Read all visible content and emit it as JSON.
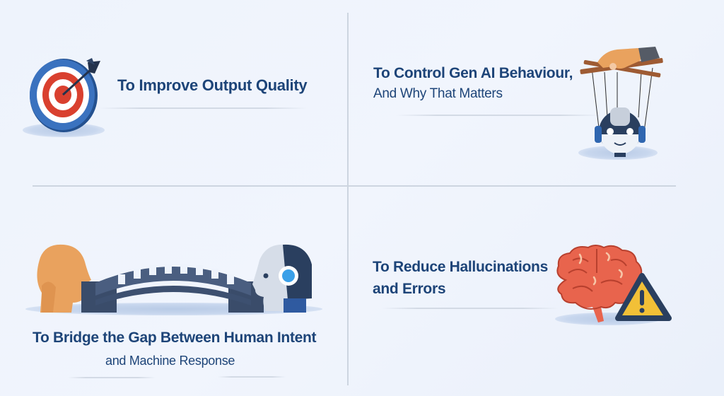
{
  "quadrants": [
    {
      "id": "top-left",
      "title_lines": [
        "To Improve Output Quality"
      ],
      "icon": "target-with-arrow-icon"
    },
    {
      "id": "top-right",
      "title_lines": [
        "To Control Gen AI Behaviour,",
        "And Why That Matters"
      ],
      "icon": "puppet-robot-icon"
    },
    {
      "id": "bottom-left",
      "title_lines": [
        "To Bridge the Gap Between Human Intent",
        "and Machine Response"
      ],
      "icon": "human-robot-bridge-icon"
    },
    {
      "id": "bottom-right",
      "title_lines": [
        "To Reduce Hallucinations",
        "and Errors"
      ],
      "icon": "brain-warning-icon"
    }
  ],
  "colors": {
    "title_text": "#1d4478",
    "background": "#eef3fc",
    "divider": "#cdd5e0",
    "target_red": "#d9402f",
    "target_blue": "#2f66b0",
    "brain_coral": "#e8644d",
    "warning_yellow": "#f2c037",
    "navy": "#2a3f5f",
    "skin": "#e9a25e"
  }
}
